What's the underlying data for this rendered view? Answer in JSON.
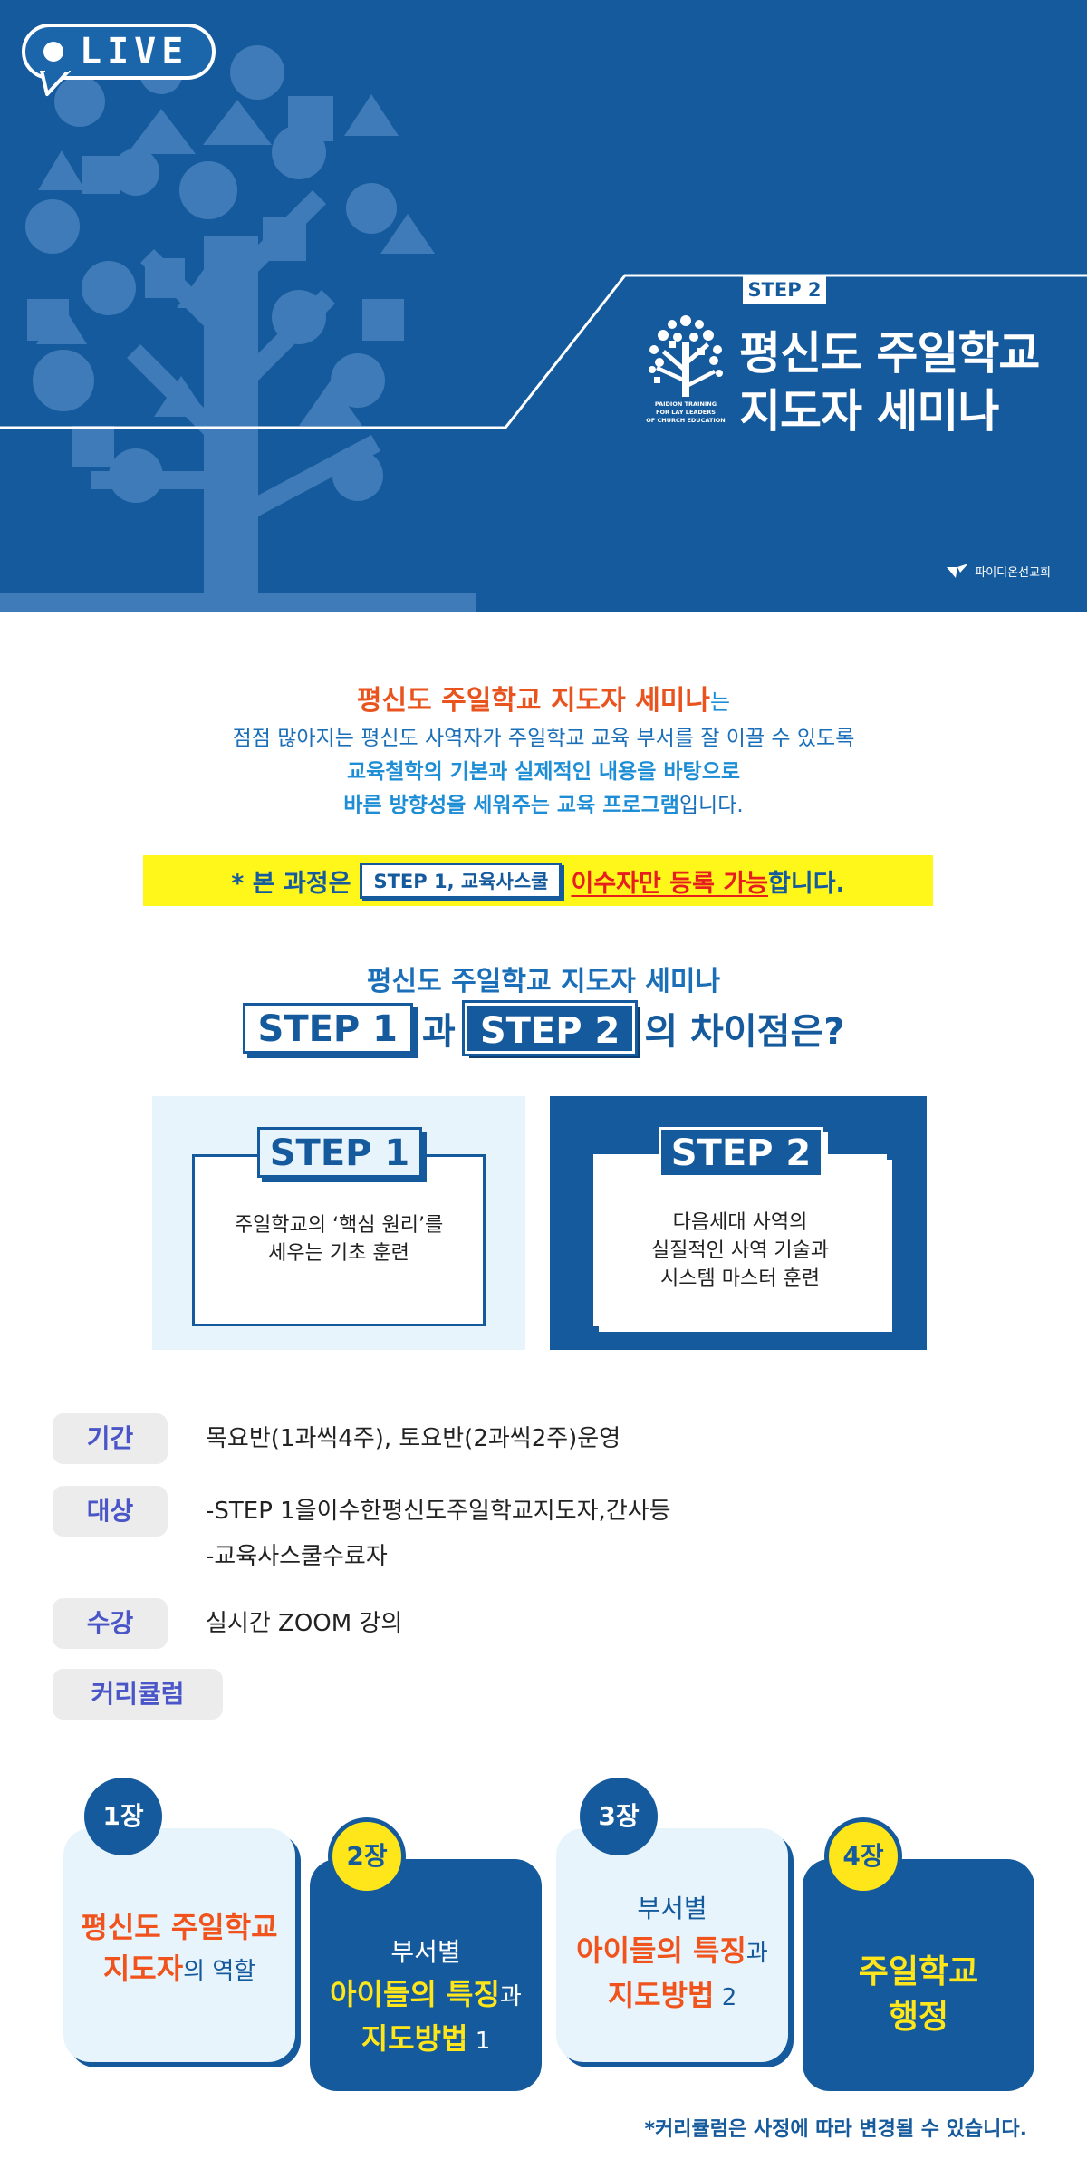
{
  "hero": {
    "live_label": "LIVE",
    "step_tag": "STEP 2",
    "title_line1": "평신도 주일학교",
    "title_line2": "지도자 세미나",
    "logo_caption1": "PAIDION TRAINING",
    "logo_caption2": "FOR LAY LEADERS",
    "logo_caption3": "OF CHURCH EDUCATION",
    "church_name": "파이디온선교회"
  },
  "intro": {
    "highlight": "평신도 주일학교 지도자 세미나",
    "highlight_suffix": "는",
    "line2": "점점 많아지는 평신도 사역자가 주일학교 교육 부서를 잘 이끌 수 있도록",
    "line3": "교육철학의 기본과 실제적인 내용을 바탕으로",
    "line4": "바른 방향성을 세워주는 교육 프로그램",
    "line4_suffix": "입니다."
  },
  "notice": {
    "prefix": "* 본 과정은",
    "chip": "STEP 1, 교육사스쿨",
    "red": "이수자만 등록 가능",
    "suffix": "합니다."
  },
  "difference": {
    "subtitle": "평신도 주일학교 지도자 세미나",
    "step1": "STEP 1",
    "conj": "과",
    "step2": "STEP 2",
    "suffix": "의 차이점은?",
    "cards": [
      {
        "tag": "STEP 1",
        "desc": "주일학교의 ‘핵심 원리’를\n세우는 기초 훈련"
      },
      {
        "tag": "STEP 2",
        "desc": "다음세대 사역의\n실질적인 사역 기술과\n시스템 마스터 훈련"
      }
    ]
  },
  "info": {
    "period_label": "기간",
    "period_value": "목요반(1과씩4주), 토요반(2과씩2주)운영",
    "target_label": "대상",
    "target_value1": "-STEP 1을이수한평신도주일학교지도자,간사등",
    "target_value2": "-교육사스쿨수료자",
    "course_label": "수강",
    "course_value": "실시간 ZOOM 강의",
    "curriculum_label": "커리큘럼"
  },
  "curriculum": {
    "ch1": {
      "badge": "1장",
      "a": "평신도 주일학교",
      "b": "지도자",
      "c": "의 역할"
    },
    "ch2": {
      "badge": "2장",
      "a": "부서별",
      "b": "아이들의 특징",
      "c": "과",
      "d": "지도방법",
      "e": " 1"
    },
    "ch3": {
      "badge": "3장",
      "a": "부서별",
      "b": "아이들의 특징",
      "c": "과",
      "d": "지도방법",
      "e": " 2"
    },
    "ch4": {
      "badge": "4장",
      "a": "주일학교",
      "b": "행정"
    },
    "footnote": "*커리큘럼은 사정에 따라 변경될 수 있습니다."
  },
  "colors": {
    "brand_blue": "#155a9c",
    "accent_orange": "#e8531e",
    "accent_yellow": "#ffe61a",
    "light_blue": "#e8f4fc"
  }
}
